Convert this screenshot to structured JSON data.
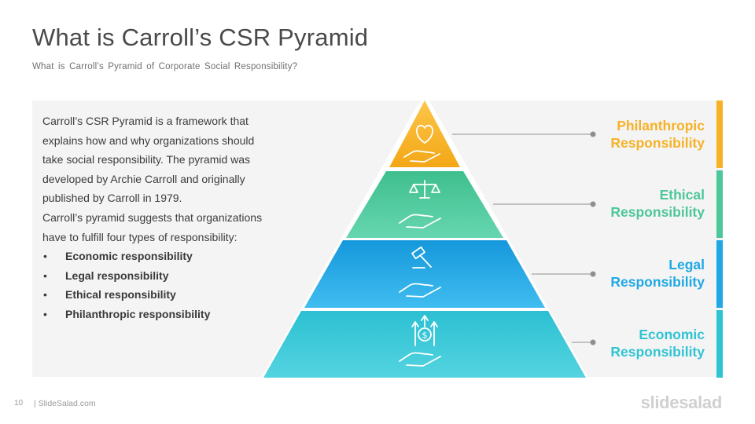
{
  "slide": {
    "title": "What is Carroll’s CSR Pyramid",
    "subtitle": "What is Carroll’s Pyramid of Corporate Social Responsibility?"
  },
  "description": {
    "paragraph1": "Carroll’s CSR Pyramid is a framework that explains how and why organizations should take social responsibility. The pyramid was developed by Archie Carroll and originally published by Carroll in 1979.",
    "paragraph2": "Carroll’s pyramid suggests that organizations have to fulfill four types of responsibility:",
    "bullets": [
      "Economic responsibility",
      "Legal responsibility",
      "Ethical responsibility",
      "Philanthropic responsibility"
    ]
  },
  "levels": [
    {
      "line1": "Philanthropic",
      "line2": "Responsibility",
      "color": "#f6b226",
      "icon": "heart-hand-icon"
    },
    {
      "line1": "Ethical",
      "line2": "Responsibility",
      "color": "#4dc79a",
      "icon": "scales-hand-icon"
    },
    {
      "line1": "Legal",
      "line2": "Responsibility",
      "color": "#1fa8e4",
      "icon": "gavel-hand-icon"
    },
    {
      "line1": "Economic",
      "line2": "Responsibility",
      "color": "#30c4d3",
      "icon": "money-growth-hand-icon"
    }
  ],
  "footer": {
    "page_number": "10",
    "site": "| SlideSalad.com",
    "brand": "slidesalad"
  }
}
